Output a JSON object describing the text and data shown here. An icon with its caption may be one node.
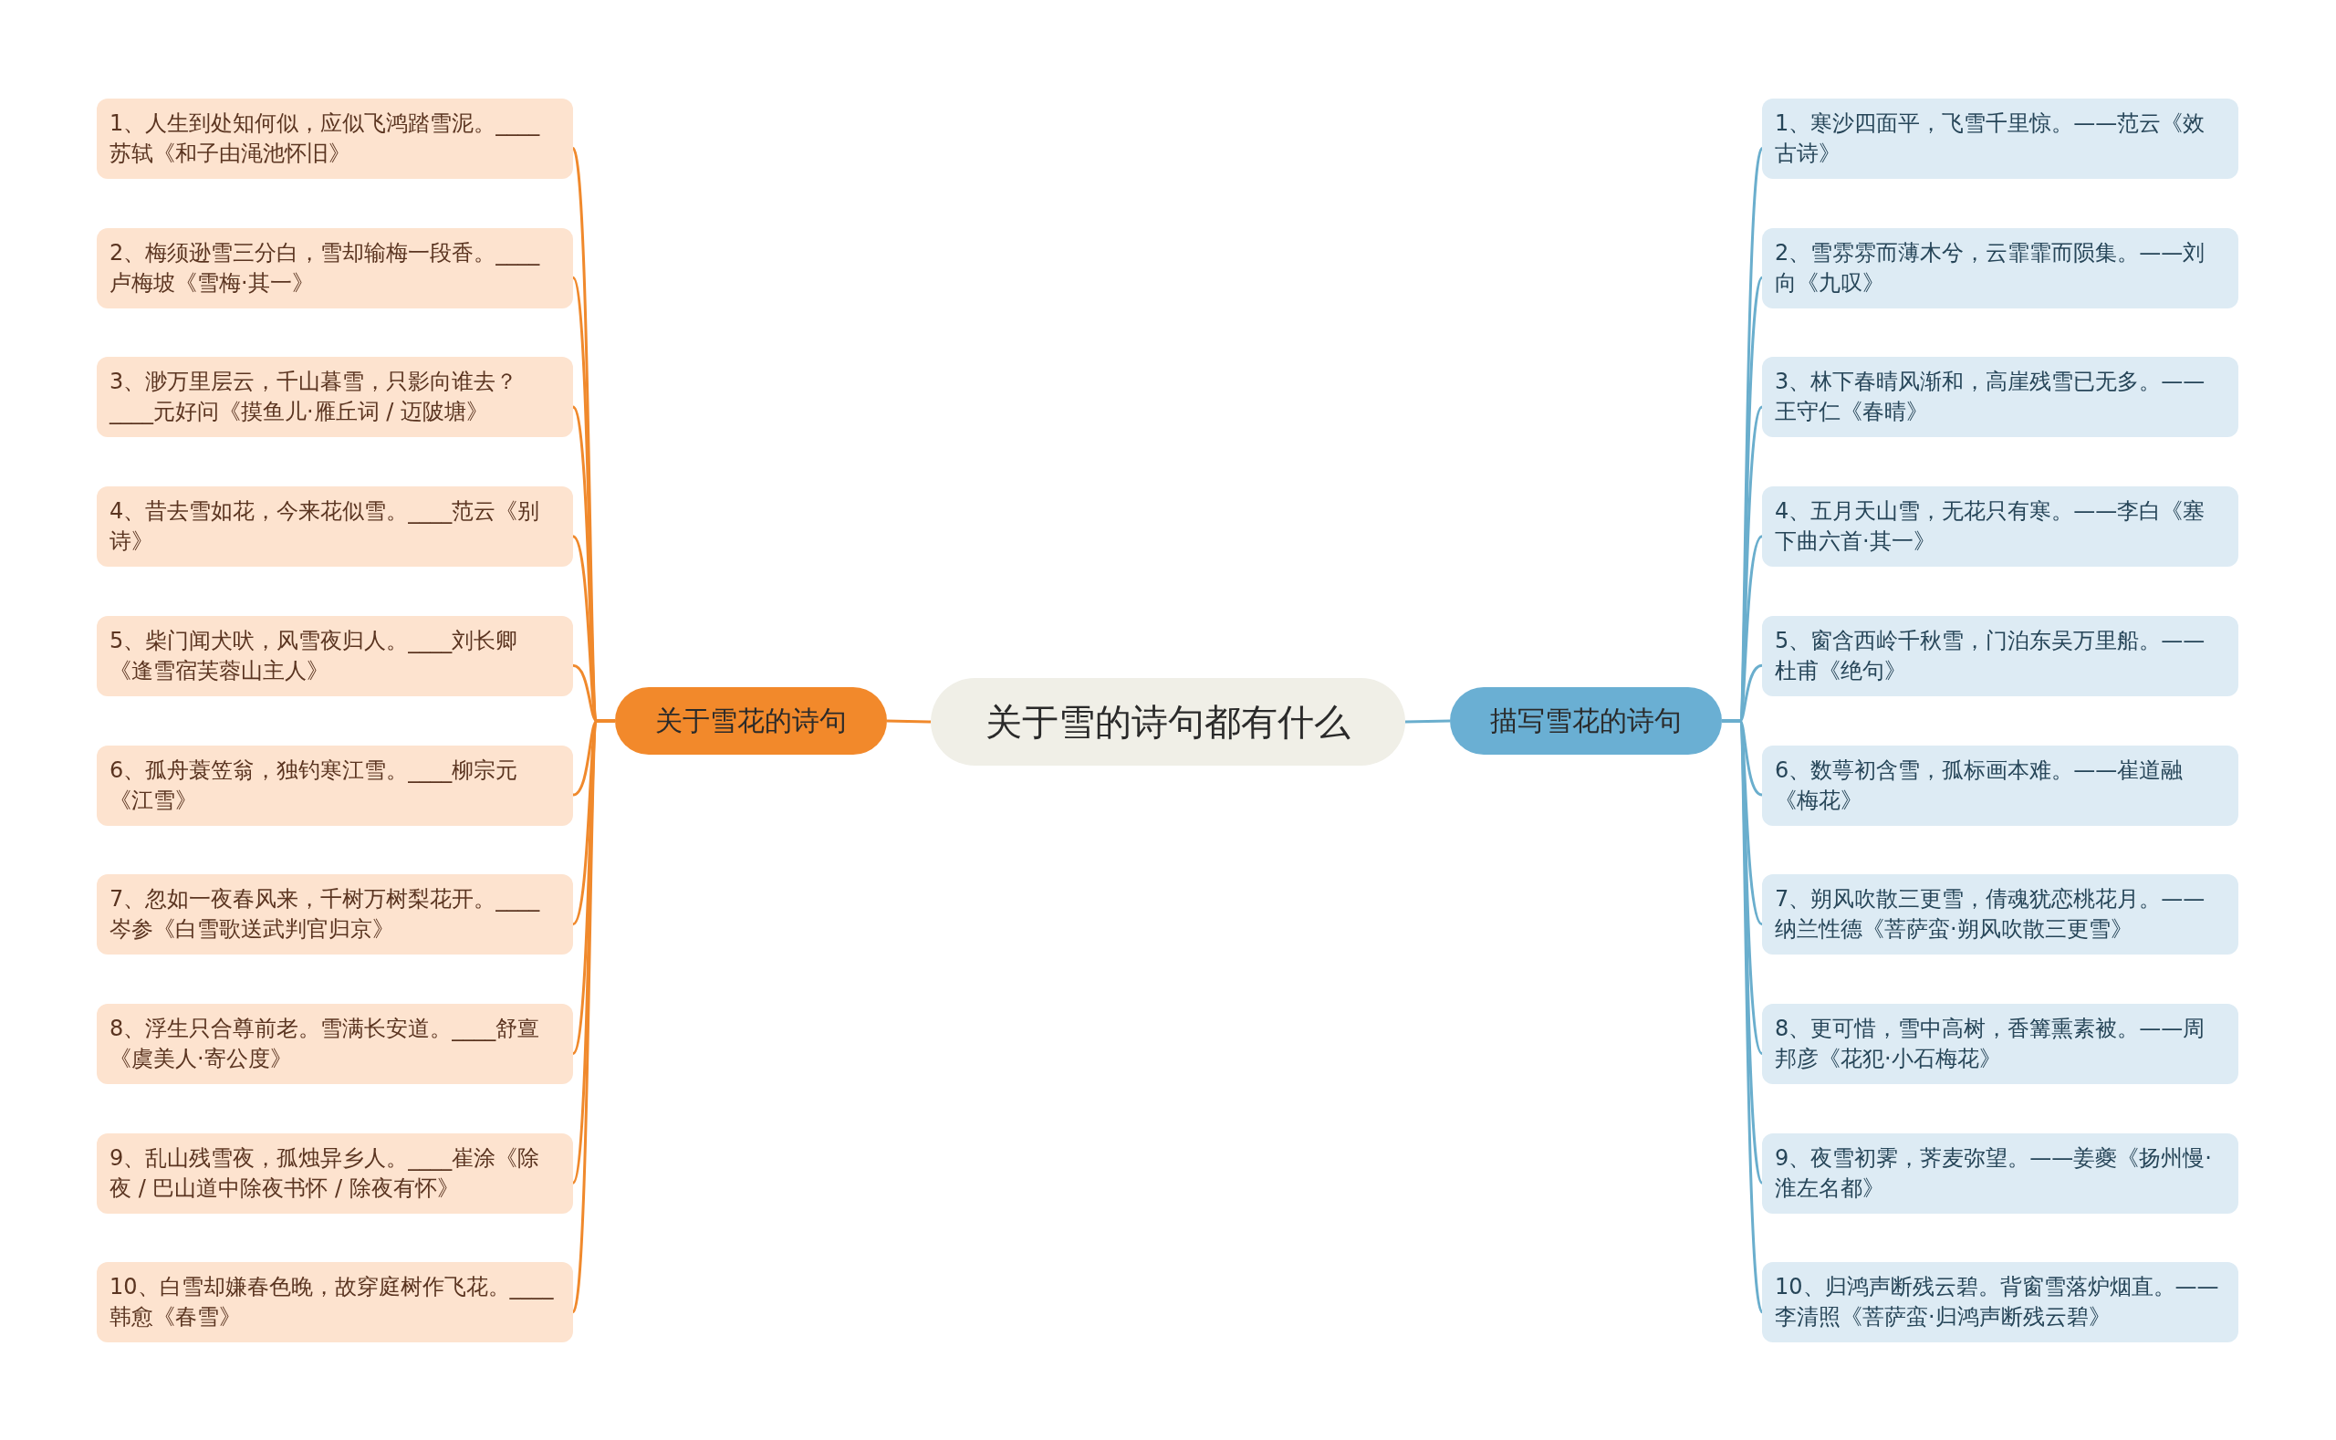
{
  "diagram": {
    "nodes": [
      {
        "text": [
          "关于雪的诗句都有什么"
        ]
      },
      {
        "text": [
          "关于雪花的诗句"
        ]
      },
      {
        "text": [
          "1、人生到处知何似，应似飞鸿踏雪泥。____苏轼《和子由渑池怀旧》"
        ]
      },
      {
        "text": [
          "2、梅须逊雪三分白，雪却输梅一段香。____卢梅坡《雪梅·其一》"
        ]
      },
      {
        "text": [
          "3、渺万里层云，千山暮雪，只影向谁去？____元好问《摸鱼儿·雁丘词 / 迈陂塘》"
        ]
      },
      {
        "text": [
          "4、昔去雪如花，今来花似雪。____范云《别诗》"
        ]
      },
      {
        "text": [
          "5、柴门闻犬吠，风雪夜归人。____刘长卿《逢雪宿芙蓉山主人》"
        ]
      },
      {
        "text": [
          "6、孤舟蓑笠翁，独钓寒江雪。____柳宗元《江雪》"
        ]
      },
      {
        "text": [
          "7、忽如一夜春风来，千树万树梨花开。____岑参《白雪歌送武判官归京》"
        ]
      },
      {
        "text": [
          "8、浮生只合尊前老。雪满长安道。____舒亶《虞美人·寄公度》"
        ]
      },
      {
        "text": [
          "9、乱山残雪夜，孤烛异乡人。____崔涂《除夜 / 巴山道中除夜书怀 / 除夜有怀》"
        ]
      },
      {
        "text": [
          "10、白雪却嫌春色晚，故穿庭树作飞花。____韩愈《春雪》"
        ]
      },
      {
        "text": [
          "描写雪花的诗句"
        ]
      },
      {
        "text": [
          "1、寒沙四面平，飞雪千里惊。——范云《效古诗》"
        ]
      },
      {
        "text": [
          "2、雪雰雰而薄木兮，云霏霏而陨集。——刘向《九叹》"
        ]
      },
      {
        "text": [
          "3、林下春晴风渐和，高崖残雪已无多。——王守仁《春晴》"
        ]
      },
      {
        "text": [
          "4、五月天山雪，无花只有寒。——李白《塞下曲六首·其一》"
        ]
      },
      {
        "text": [
          "5、窗含西岭千秋雪，门泊东吴万里船。——杜甫《绝句》"
        ]
      },
      {
        "text": [
          "6、数萼初含雪，孤标画本难。——崔道融《梅花》"
        ]
      },
      {
        "text": [
          "7、朔风吹散三更雪，倩魂犹恋桃花月。——纳兰性德《菩萨蛮·朔风吹散三更雪》"
        ]
      },
      {
        "text": [
          "8、更可惜，雪中高树，香篝熏素被。——周邦彦《花犯·小石梅花》"
        ]
      },
      {
        "text": [
          "9、夜雪初霁，荠麦弥望。——姜夔《扬州慢·淮左名都》"
        ]
      },
      {
        "text": [
          "10、归鸿声断残云碧。背窗雪落炉烟直。——李清照《菩萨蛮·归鸿声断残云碧》"
        ]
      }
    ],
    "edges": [
      {
        "from": 0,
        "to": 1,
        "arrow": "none",
        "color": "#f0892c"
      },
      {
        "from": 1,
        "to": 2,
        "arrow": "none",
        "color": "#f0892c"
      },
      {
        "from": 1,
        "to": 3,
        "arrow": "none",
        "color": "#f0892c"
      },
      {
        "from": 1,
        "to": 4,
        "arrow": "none",
        "color": "#f0892c"
      },
      {
        "from": 1,
        "to": 5,
        "arrow": "none",
        "color": "#f0892c"
      },
      {
        "from": 1,
        "to": 6,
        "arrow": "none",
        "color": "#f0892c"
      },
      {
        "from": 1,
        "to": 7,
        "arrow": "none",
        "color": "#f0892c"
      },
      {
        "from": 1,
        "to": 8,
        "arrow": "none",
        "color": "#f0892c"
      },
      {
        "from": 1,
        "to": 9,
        "arrow": "none",
        "color": "#f0892c"
      },
      {
        "from": 1,
        "to": 10,
        "arrow": "none",
        "color": "#f0892c"
      },
      {
        "from": 1,
        "to": 11,
        "arrow": "none",
        "color": "#f0892c"
      },
      {
        "from": 0,
        "to": 12,
        "arrow": "none",
        "color": "#6aaecd"
      },
      {
        "from": 12,
        "to": 13,
        "arrow": "none",
        "color": "#6aaecd"
      },
      {
        "from": 12,
        "to": 14,
        "arrow": "none",
        "color": "#6aaecd"
      },
      {
        "from": 12,
        "to": 15,
        "arrow": "none",
        "color": "#6aaecd"
      },
      {
        "from": 12,
        "to": 16,
        "arrow": "none",
        "color": "#6aaecd"
      },
      {
        "from": 12,
        "to": 17,
        "arrow": "none",
        "color": "#6aaecd"
      },
      {
        "from": 12,
        "to": 18,
        "arrow": "none",
        "color": "#6aaecd"
      },
      {
        "from": 12,
        "to": 19,
        "arrow": "none",
        "color": "#6aaecd"
      },
      {
        "from": 12,
        "to": 20,
        "arrow": "none",
        "color": "#6aaecd"
      },
      {
        "from": 12,
        "to": 21,
        "arrow": "none",
        "color": "#6aaecd"
      },
      {
        "from": 12,
        "to": 22,
        "arrow": "none",
        "color": "#6aaecd"
      }
    ]
  }
}
